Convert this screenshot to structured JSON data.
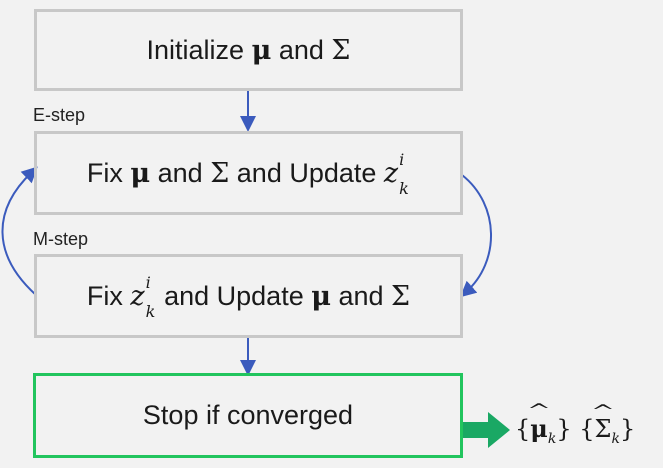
{
  "boxes": {
    "init": {
      "pre": "Initialize ",
      "mu": "μ",
      "mid": " and ",
      "sigma": "Σ"
    },
    "estep": {
      "pre": "Fix ",
      "mu": "μ",
      "mid": " and ",
      "sigma": "Σ",
      "post": " and Update ",
      "z": "z",
      "sup": "i",
      "sub": "k"
    },
    "mstep": {
      "pre": "Fix ",
      "z": "z",
      "sup": "i",
      "sub": "k",
      "mid": " and Update ",
      "mu": "μ",
      "and": " and ",
      "sigma": "Σ"
    },
    "stop": {
      "label": "Stop if converged"
    }
  },
  "labels": {
    "estep": "E-step",
    "mstep": "M-step"
  },
  "output": {
    "open1": "{",
    "mu": "μ",
    "sub1": "k",
    "close1": "}",
    "open2": " {",
    "sigma": "Σ",
    "sub2": "k",
    "close2": "}"
  },
  "colors": {
    "arrow": "#3b5bbd",
    "loop": "#3b5bbd",
    "output_arrow": "#1aa864",
    "box_border": "#c8c8c8",
    "stop_border": "#22c55e"
  }
}
